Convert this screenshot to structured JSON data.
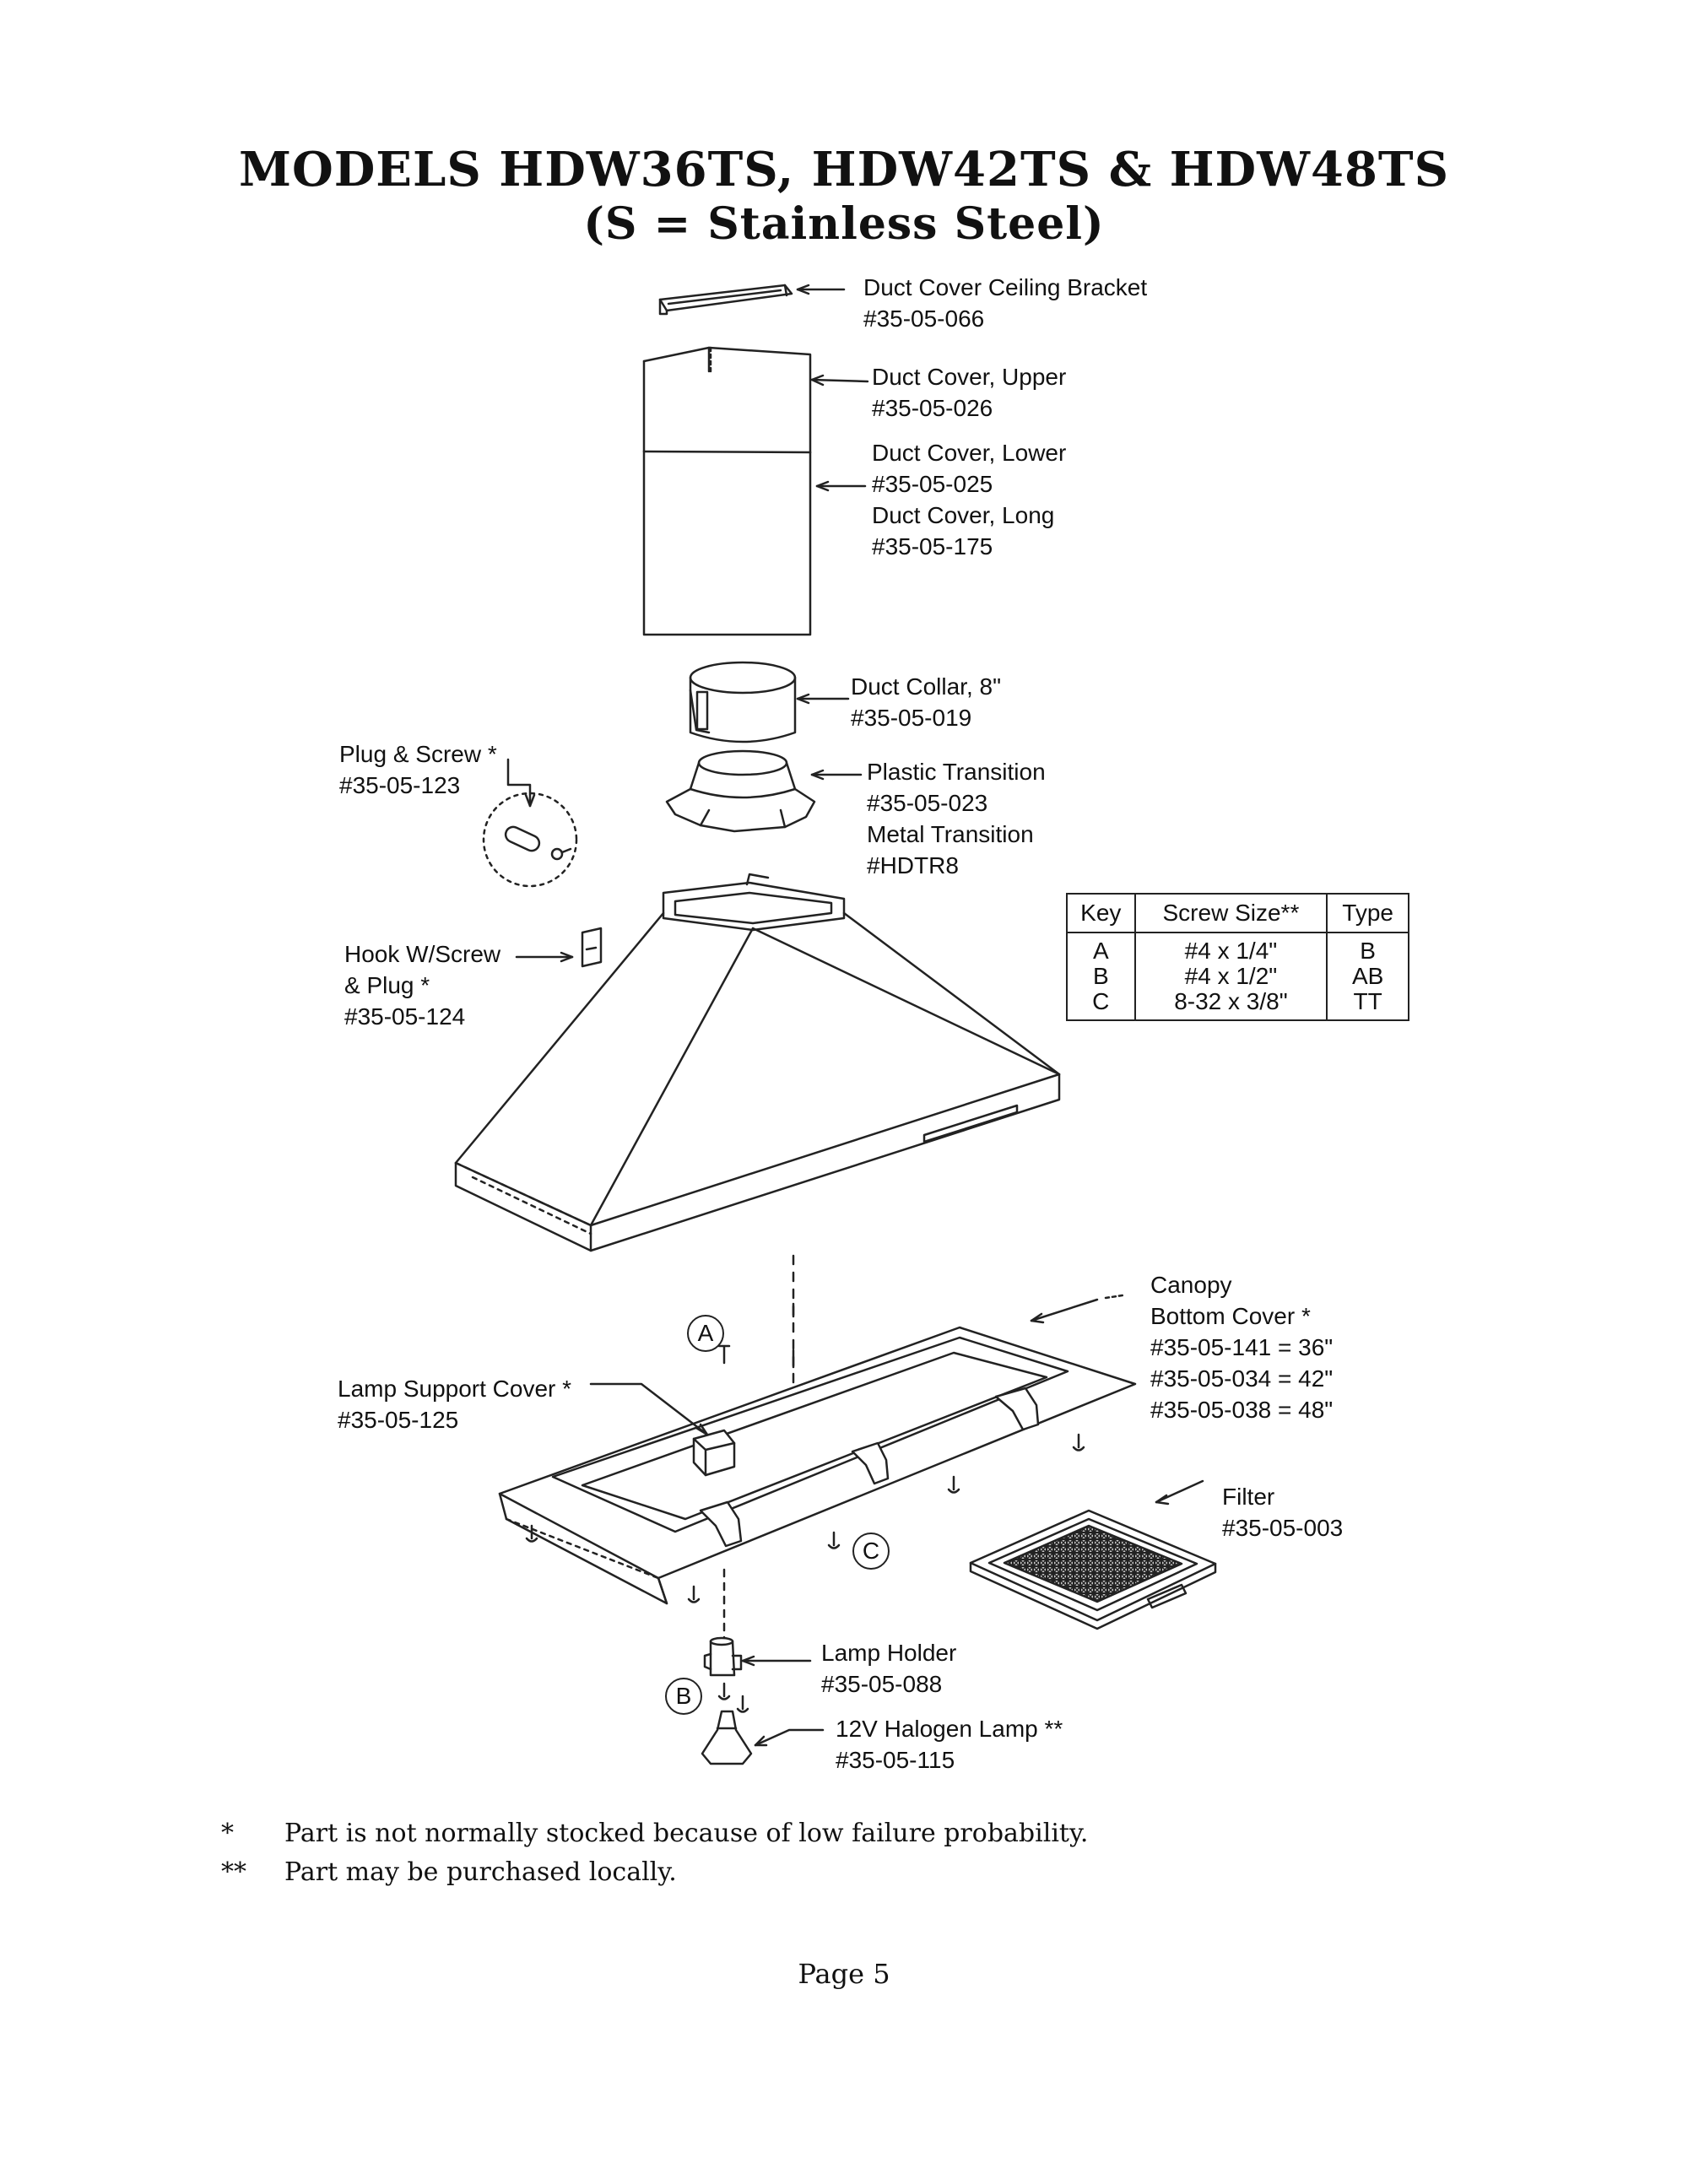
{
  "title": {
    "line1": "MODELS HDW36TS, HDW42TS & HDW48TS",
    "line2": "(S = Stainless Steel)"
  },
  "parts": {
    "ceiling_bracket": {
      "name": "Duct Cover Ceiling Bracket",
      "number": "#35-05-066"
    },
    "duct_upper": {
      "name": "Duct Cover, Upper",
      "number": "#35-05-026"
    },
    "duct_lower": {
      "name": "Duct Cover, Lower",
      "number": "#35-05-025"
    },
    "duct_long": {
      "name": "Duct Cover, Long",
      "number": "#35-05-175"
    },
    "duct_collar": {
      "name": "Duct Collar, 8\"",
      "number": "#35-05-019"
    },
    "plastic_transition": {
      "name": "Plastic Transition",
      "number": "#35-05-023"
    },
    "metal_transition": {
      "name": "Metal Transition",
      "number": "#HDTR8"
    },
    "plug_screw": {
      "name": "Plug & Screw *",
      "number": "#35-05-123"
    },
    "hook": {
      "name_line1": "Hook W/Screw",
      "name_line2": "& Plug *",
      "number": "#35-05-124"
    },
    "canopy_bottom": {
      "name_line1": "Canopy",
      "name_line2": "Bottom Cover *",
      "numbers": [
        "#35-05-141 = 36\"",
        "#35-05-034 = 42\"",
        "#35-05-038 = 48\""
      ]
    },
    "lamp_support": {
      "name": "Lamp Support Cover *",
      "number": "#35-05-125"
    },
    "filter": {
      "name": "Filter",
      "number": "#35-05-003"
    },
    "lamp_holder": {
      "name": "Lamp Holder",
      "number": "#35-05-088"
    },
    "halogen_lamp": {
      "name": "12V Halogen Lamp **",
      "number": "#35-05-115"
    }
  },
  "screw_markers": {
    "a": "A",
    "b": "B",
    "c": "C"
  },
  "key_table": {
    "headers": [
      "Key",
      "Screw Size**",
      "Type"
    ],
    "rows": [
      [
        "A",
        "#4 x 1/4\"",
        "B"
      ],
      [
        "B",
        "#4 x 1/2\"",
        "AB"
      ],
      [
        "C",
        "8-32 x 3/8\"",
        "TT"
      ]
    ]
  },
  "footnotes": [
    {
      "mark": "*",
      "text": "Part is not normally stocked because of low failure probability."
    },
    {
      "mark": "**",
      "text": "Part may be purchased locally."
    }
  ],
  "page": "Page 5"
}
